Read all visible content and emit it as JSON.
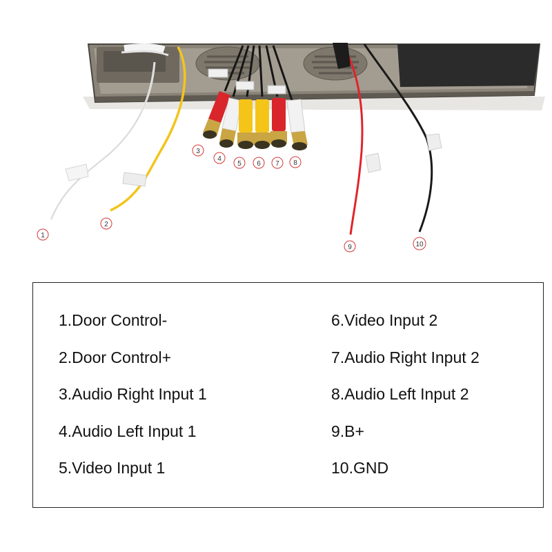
{
  "callouts": [
    {
      "id": 1,
      "label": "1"
    },
    {
      "id": 2,
      "label": "2"
    },
    {
      "id": 3,
      "label": "3"
    },
    {
      "id": 4,
      "label": "4"
    },
    {
      "id": 5,
      "label": "5"
    },
    {
      "id": 6,
      "label": "6"
    },
    {
      "id": 7,
      "label": "7"
    },
    {
      "id": 8,
      "label": "8"
    },
    {
      "id": 9,
      "label": "9"
    },
    {
      "id": 10,
      "label": "10"
    }
  ],
  "legend": {
    "left": [
      "1.Door Control-",
      "2.Door Control+",
      "3.Audio Right Input 1",
      "4.Audio Left Input 1",
      "5.Video Input 1"
    ],
    "right": [
      "6.Video Input 2",
      "7.Audio Right Input 2",
      "8.Audio Left Input 2",
      "9.B+",
      "10.GND"
    ]
  },
  "colors": {
    "housing": "#8a8378",
    "white_wire": "#eeeeee",
    "yellow_wire": "#f2c51d",
    "red_wire": "#e0242a",
    "black_wire": "#1a1a1a",
    "rca_red": "#d8262b",
    "rca_white": "#f2f2f2",
    "rca_yellow": "#f4c419",
    "gold_tip": "#c9a544"
  }
}
